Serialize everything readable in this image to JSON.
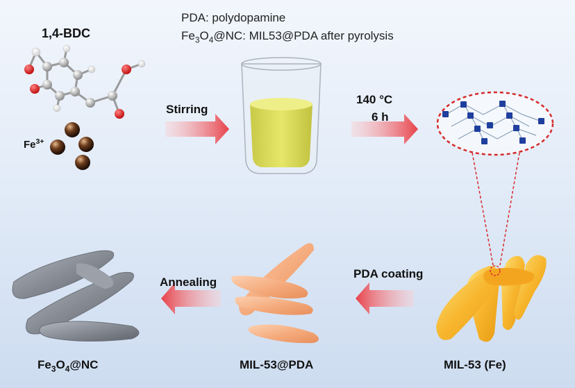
{
  "legend": {
    "line1": "PDA: polydopamine",
    "line2_formula": {
      "a": "Fe",
      "b": "3",
      "c": "O",
      "d": "4",
      "e": "@NC"
    },
    "line2_rest": ": MIL53@PDA after pyrolysis"
  },
  "reagents": {
    "linker": "1,4-BDC",
    "metal": {
      "base": "Fe",
      "charge": "3+"
    }
  },
  "steps": {
    "stirring": "Stirring",
    "temperature": "140 °C",
    "time": "6 h",
    "coating": "PDA coating",
    "annealing": "Annealing"
  },
  "products": {
    "mof": "MIL-53 (Fe)",
    "coated": "MIL-53@PDA",
    "final": {
      "a": "Fe",
      "b": "3",
      "c": "O",
      "d": "4",
      "e": "@NC"
    }
  },
  "colors": {
    "arrow": "#e8424a",
    "mof_rods": "#f7b62e",
    "coated_rods": "#f4a97a",
    "final_rods": "#868b94",
    "solution": "#dcdc5a",
    "zoom_outline": "#d62a2a"
  }
}
